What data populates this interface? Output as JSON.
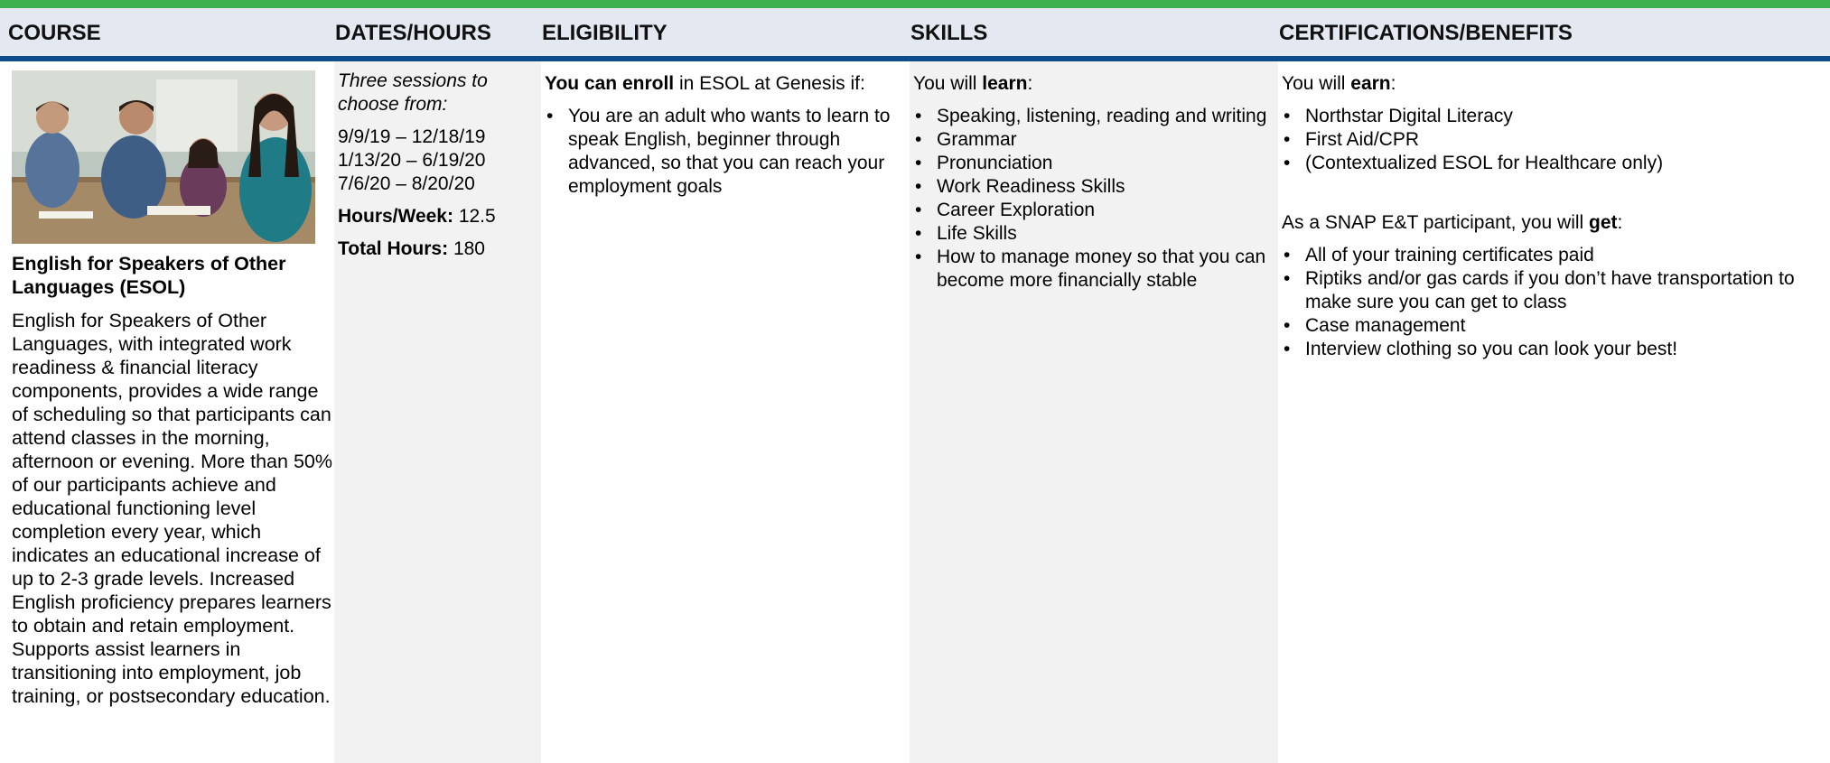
{
  "headers": {
    "course": "COURSE",
    "dates": "DATES/HOURS",
    "eligibility": "ELIGIBILITY",
    "skills": "SKILLS",
    "certifications": "CERTIFICATIONS/BENEFITS"
  },
  "course": {
    "image_alt": "Students studying together at a table",
    "title": "English for Speakers of Other Languages (ESOL)",
    "description": "English for Speakers of Other Languages, with integrated work readiness & financial literacy components, provides a wide range of scheduling so that participants can attend classes in the morning, afternoon or evening. More than 50% of our participants achieve and educational functioning level completion every year, which indicates an educational increase of up to 2-3 grade levels. Increased English proficiency prepares learners to obtain and retain employment. Supports assist learners in transitioning into employment, job training, or postsecondary education."
  },
  "dates": {
    "intro": "Three sessions to choose from:",
    "sessions": [
      "9/9/19 – 12/18/19",
      "1/13/20 – 6/19/20",
      "7/6/20 – 8/20/20"
    ],
    "hours_week_label": "Hours/Week:",
    "hours_week_value": "12.5",
    "total_hours_label": "Total Hours:",
    "total_hours_value": "180"
  },
  "eligibility": {
    "intro_bold": "You can enroll",
    "intro_rest": " in ESOL at Genesis if:",
    "items": [
      "You are an adult who wants to learn to speak English, beginner through advanced, so that you can reach your employment goals"
    ]
  },
  "skills": {
    "intro_pre": "You will ",
    "intro_bold": "learn",
    "intro_post": ":",
    "items": [
      "Speaking, listening, reading and writing",
      "Grammar",
      "Pronunciation",
      "Work Readiness Skills",
      "Career Exploration",
      "Life Skills",
      "How to manage money so that you can become more financially stable"
    ]
  },
  "certifications": {
    "earn_pre": "You will ",
    "earn_bold": "earn",
    "earn_post": ":",
    "earn_items": [
      "Northstar Digital Literacy",
      "First Aid/CPR",
      "(Contextualized ESOL for Healthcare only)"
    ],
    "snap_pre": "As a SNAP E&T participant, you will ",
    "snap_bold": "get",
    "snap_post": ":",
    "snap_items": [
      "All of your training certificates paid",
      "Riptiks and/or gas cards if you don’t have transportation to make sure you can get to class",
      "Case management",
      "Interview clothing so you can look your best!"
    ]
  },
  "colors": {
    "top_bar": "#3fb24f",
    "header_bg": "#e3e8f1",
    "header_rule": "#0c4d8c",
    "column_gray": "#f2f2f2"
  }
}
